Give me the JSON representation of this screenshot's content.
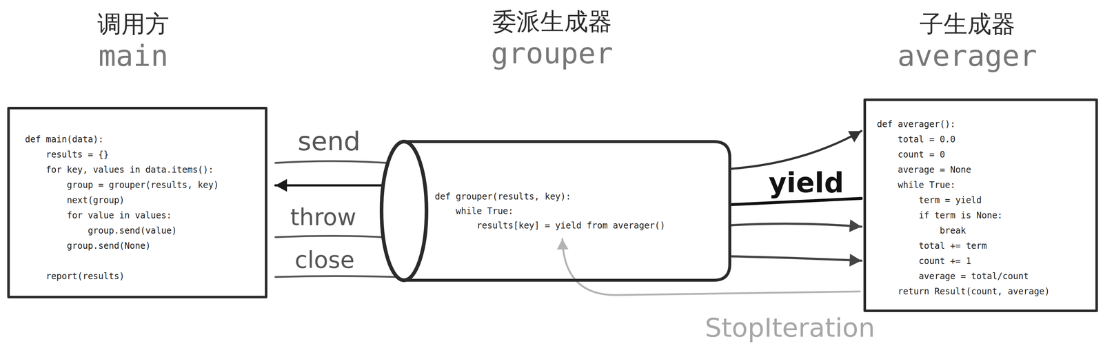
{
  "diagram": {
    "nodes": [
      {
        "text": [
          "调用方",
          "main",
          "def main(data):",
          "results = {}",
          "for key, values in data.items():",
          "group = grouper(results, key)",
          "next(group)",
          "for value in values:",
          "group.send(value)",
          "group.send(None)",
          "report(results)"
        ]
      },
      {
        "text": [
          "委派生成器",
          "grouper",
          "def grouper(results, key):",
          "while True:",
          "results[key] = yield from averager()"
        ]
      },
      {
        "text": [
          "子生成器",
          "averager",
          "def averager():",
          "total = 0.0",
          "count = 0",
          "average = None",
          "while True:",
          "term = yield",
          "if term is None:",
          "break",
          "total += term",
          "count += 1",
          "average = total/count",
          "return Result(count, average)"
        ]
      }
    ],
    "edges": [
      {
        "from": 0,
        "to": 1,
        "arrow": "none",
        "label": "send"
      },
      {
        "from": 1,
        "to": 0,
        "arrow": "to"
      },
      {
        "from": 0,
        "to": 1,
        "arrow": "none",
        "label": "throw"
      },
      {
        "from": 0,
        "to": 1,
        "arrow": "none",
        "label": "close"
      },
      {
        "from": 1,
        "to": 2,
        "arrow": "to"
      },
      {
        "from": 2,
        "to": 1,
        "arrow": "none",
        "label": "yield"
      },
      {
        "from": 1,
        "to": 2,
        "arrow": "to"
      },
      {
        "from": 1,
        "to": 2,
        "arrow": "to"
      },
      {
        "from": 2,
        "to": 1,
        "arrow": "to",
        "label": "StopIteration"
      }
    ]
  }
}
